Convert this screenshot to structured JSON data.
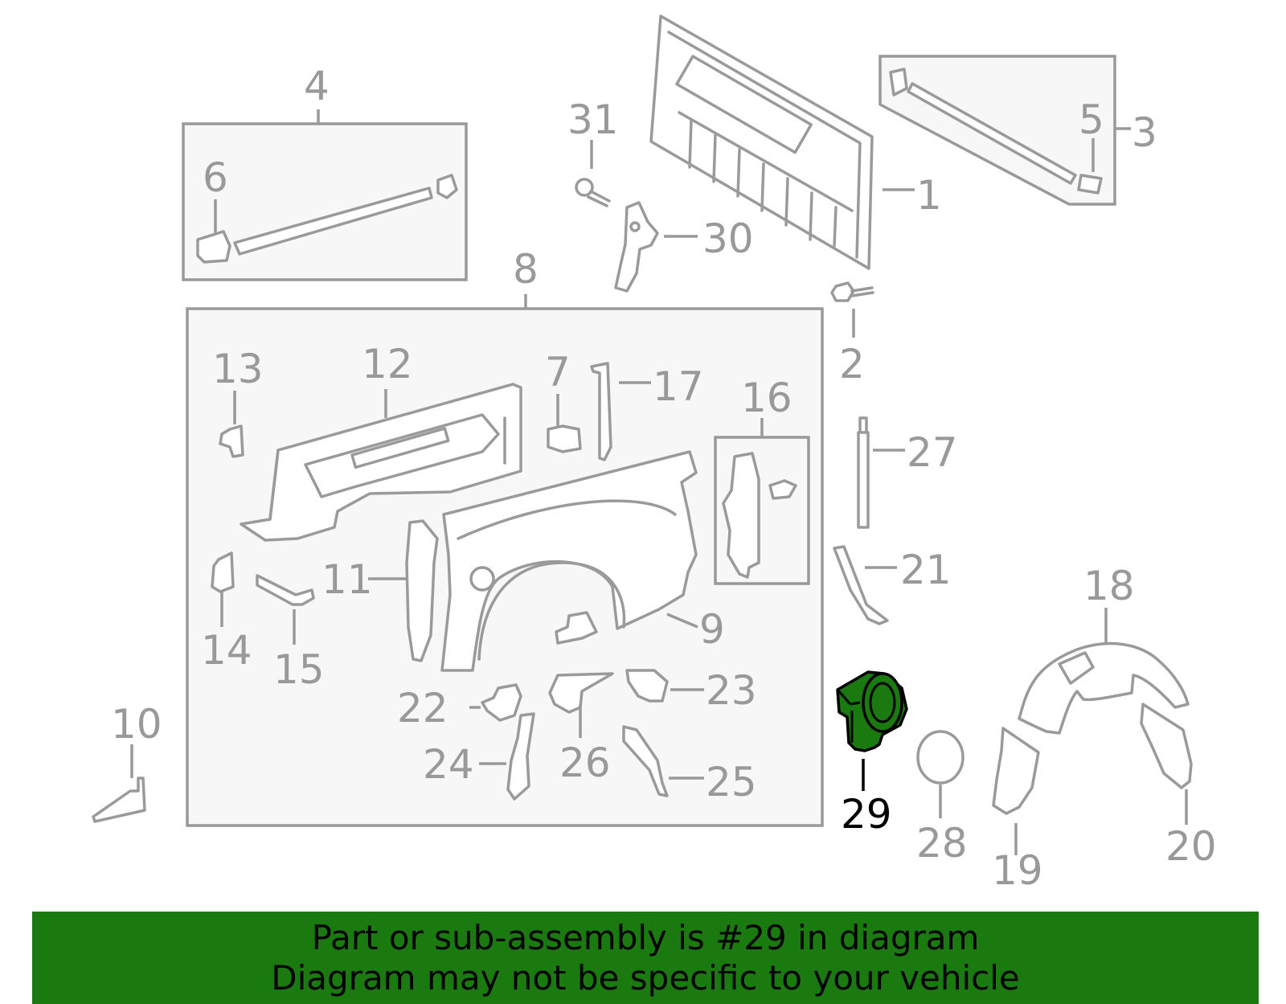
{
  "diagram": {
    "highlight_color": "#1a7a10",
    "part_color": "#999999",
    "highlighted_part": "29",
    "callouts": [
      {
        "id": "c1",
        "text": "1"
      },
      {
        "id": "c2",
        "text": "2"
      },
      {
        "id": "c3",
        "text": "3"
      },
      {
        "id": "c4",
        "text": "4"
      },
      {
        "id": "c5",
        "text": "5"
      },
      {
        "id": "c6",
        "text": "6"
      },
      {
        "id": "c7",
        "text": "7"
      },
      {
        "id": "c8",
        "text": "8"
      },
      {
        "id": "c9",
        "text": "9"
      },
      {
        "id": "c10",
        "text": "10"
      },
      {
        "id": "c11",
        "text": "11"
      },
      {
        "id": "c12",
        "text": "12"
      },
      {
        "id": "c13",
        "text": "13"
      },
      {
        "id": "c14",
        "text": "14"
      },
      {
        "id": "c15",
        "text": "15"
      },
      {
        "id": "c16",
        "text": "16"
      },
      {
        "id": "c17",
        "text": "17"
      },
      {
        "id": "c18",
        "text": "18"
      },
      {
        "id": "c19",
        "text": "19"
      },
      {
        "id": "c20",
        "text": "20"
      },
      {
        "id": "c21",
        "text": "21"
      },
      {
        "id": "c22",
        "text": "22"
      },
      {
        "id": "c23",
        "text": "23"
      },
      {
        "id": "c24",
        "text": "24"
      },
      {
        "id": "c25",
        "text": "25"
      },
      {
        "id": "c26",
        "text": "26"
      },
      {
        "id": "c27",
        "text": "27"
      },
      {
        "id": "c28",
        "text": "28"
      },
      {
        "id": "c29",
        "text": "29"
      },
      {
        "id": "c30",
        "text": "30"
      },
      {
        "id": "c31",
        "text": "31"
      }
    ]
  },
  "banner": {
    "line1": "Part or sub-assembly is #29 in diagram",
    "line2": "Diagram may not be specific to your vehicle",
    "background": "#1a7a10"
  }
}
